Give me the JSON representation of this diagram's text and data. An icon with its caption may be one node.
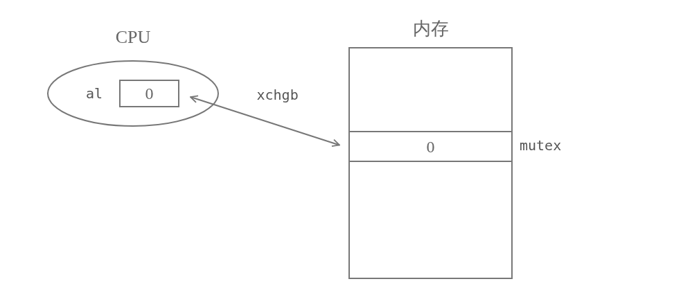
{
  "diagram": {
    "nodes": [
      {
        "text": [
          "CPU"
        ]
      },
      {
        "text": [
          "0"
        ],
        "beside": [
          "al"
        ],
        "in": 0
      },
      {
        "text": [
          "内存"
        ]
      },
      {
        "text": [
          "0"
        ],
        "beside": [
          "mutex"
        ],
        "in": 2
      }
    ],
    "edges": [
      {
        "from": 1,
        "to": 3,
        "arrow": "both",
        "label": "xchgb"
      }
    ]
  }
}
